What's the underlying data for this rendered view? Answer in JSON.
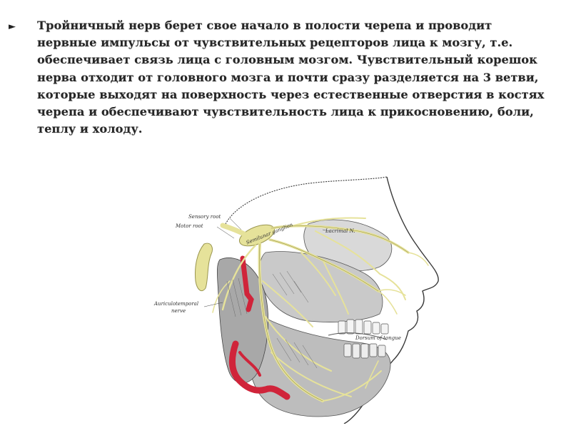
{
  "slide": {
    "bullet_glyph": "►",
    "paragraph": "Тройничный нерв берет свое начало в полости черепа и проводит нервные импульсы от чувствительных рецепторов лица к мозгу, т.е. обеспечивает связь лица с головным мозгом. Чувствительный корешок нерва отходит от головного мозга и почти сразу разделяется на 3 ветви, которые выходят на поверхность через естественные отверстия в костях черепа и обеспечивают чувствительность лица к прикосновению, боли, теплу и холоду."
  },
  "figure": {
    "labels": {
      "sensory_root": "Sensory root",
      "motor_root": "Motor root",
      "auriculotemporal_line1": "Auriculotemporal",
      "auriculotemporal_line2": "nerve",
      "lacrimal": "Lacrimal N.",
      "ganglion": "Semilunar ganglion",
      "dorsum": "Dorsum of tongue"
    },
    "colors": {
      "nerve": "#e6e29a",
      "nerve_stroke": "#9a9650",
      "artery": "#d0243a",
      "line_art": "#3a3a3a",
      "shade": "#9c9c9c"
    }
  }
}
